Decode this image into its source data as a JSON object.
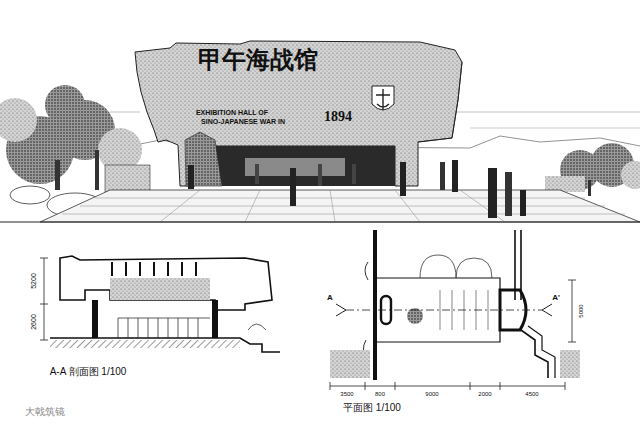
{
  "diagram": {
    "labels": [
      "甲午海战馆",
      "EXHIBITION HALL OF",
      "SINO-JAPANESE WAR IN",
      "1894",
      "A-A 剖面图 1/100",
      "5200",
      "2600",
      "A",
      "A'",
      "平面图 1/100",
      "3500",
      "800",
      "9000",
      "2000",
      "4500",
      "5000",
      "大戟筑镜"
    ]
  }
}
